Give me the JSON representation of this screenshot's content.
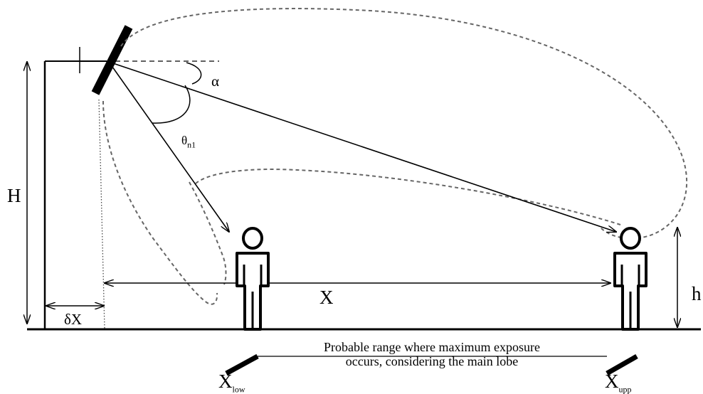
{
  "labels": {
    "H": "H",
    "h": "h",
    "X": "X",
    "dX": "δX",
    "alpha": "α",
    "theta": "θ",
    "theta_sub": "n1",
    "x_low": "X",
    "x_low_sub": "low",
    "x_upp": "X",
    "x_upp_sub": "upp"
  },
  "note": {
    "line1": "Probable range where maximum exposure",
    "line2": "occurs, considering the main lobe"
  }
}
